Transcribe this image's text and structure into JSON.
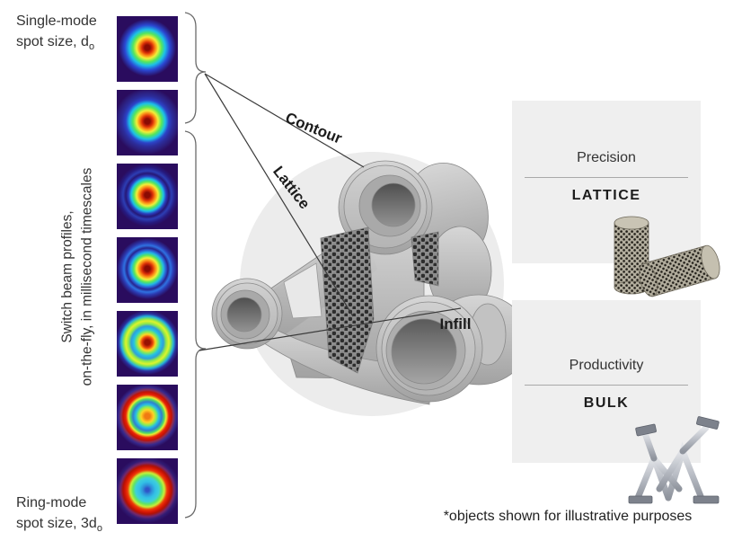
{
  "labels": {
    "single_mode": {
      "line1": "Single-mode",
      "line2_prefix": "spot size, d",
      "line2_sub": "o"
    },
    "ring_mode": {
      "line1": "Ring-mode",
      "line2_prefix": "spot size, 3d",
      "line2_sub": "o"
    },
    "vertical": {
      "line1": "Switch beam profiles,",
      "line2": "on-the-fly, in millisecond timescales"
    }
  },
  "beam_profiles": [
    {
      "name": "single-mode-gaussian-spot"
    },
    {
      "name": "gaussian-spot-with-halo"
    },
    {
      "name": "gaussian-spot-with-faint-outer-ring"
    },
    {
      "name": "gaussian-spot-with-blue-ring"
    },
    {
      "name": "gaussian-core-with-green-ring"
    },
    {
      "name": "orange-core-with-red-ring"
    },
    {
      "name": "ring-mode-red-ring"
    }
  ],
  "annotations": {
    "contour": "Contour",
    "lattice": "Lattice",
    "infill": "Infill"
  },
  "panels": [
    {
      "title": "Precision",
      "tag": "LATTICE",
      "image": "porous-lattice-cylinders"
    },
    {
      "title": "Productivity",
      "tag": "BULK",
      "image": "topology-optimized-metal-bracket"
    }
  ],
  "footnote": "*objects shown for illustrative purposes",
  "colors": {
    "background": "#ffffff",
    "panel_background": "#efefef",
    "beam_profile_background": "#2a0c5e",
    "part_backdrop_circle": "#ececec",
    "annotation_line": "#3a3a3a",
    "text": "#333333"
  }
}
